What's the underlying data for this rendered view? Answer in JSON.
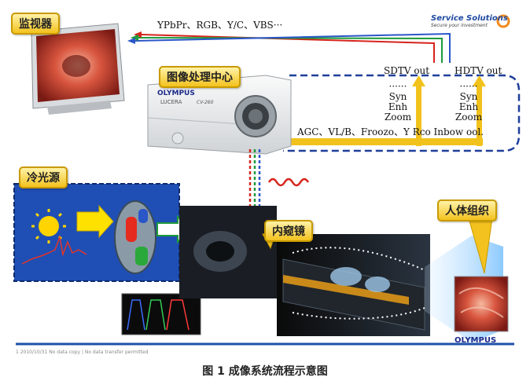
{
  "labels": {
    "monitor": "监视器",
    "processor": "图像处理中心",
    "light_source": "冷光源",
    "endoscope": "内窥镜",
    "tissue": "人体组织"
  },
  "signals": {
    "video_out": "YPbPr、RGB、Y/C、VBS···",
    "sdtv_out": "SDTV  out",
    "hdtv_out": "HDTV  out",
    "sdtv_stack": [
      "······",
      "Syn",
      "Enh",
      "Zoom"
    ],
    "hdtv_stack": [
      "······",
      "Syn",
      "Enh",
      "Zoom"
    ],
    "functions": "AGC、VL/B、Froozo、Y  Rco  Inbow  ool."
  },
  "logos": {
    "service_title": "Service Solutions",
    "service_sub": "Secure your investment",
    "processor_brand": "OLYMPUS",
    "processor_model": "LUCERA",
    "processor_code": "CV-260",
    "footer_brand": "OLYMPUS"
  },
  "footer": "1    2010/10/31   No data copy | No data transfer permitted",
  "caption": "图 1    成像系统流程示意图",
  "colors": {
    "label_fill": "#f3c21e",
    "arrow_yellow": "#f2c21c",
    "dashed_blue": "#1f3f9a",
    "signal_red": "#d6241c",
    "signal_green": "#1e9a3a",
    "signal_blue": "#2a56c8"
  }
}
